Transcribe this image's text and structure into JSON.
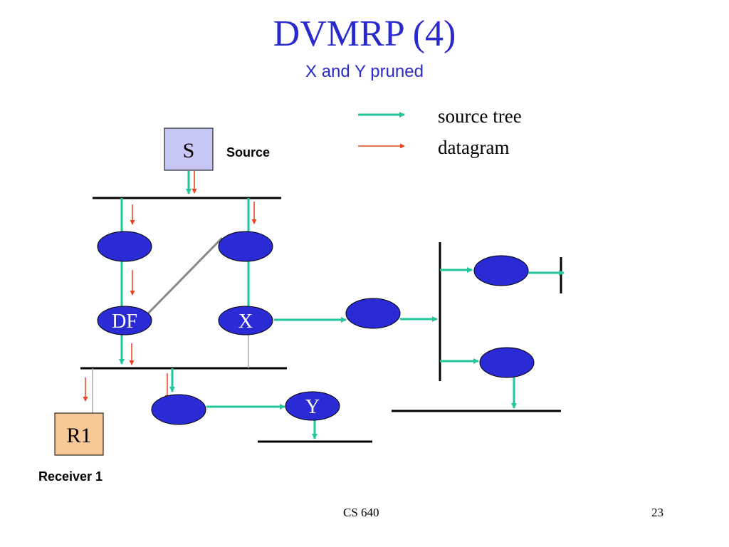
{
  "slide": {
    "title": "DVMRP (4)",
    "subtitle": "X and Y pruned",
    "footer_course": "CS 640",
    "page_number": "23"
  },
  "legend": {
    "source_tree": "source tree",
    "datagram": "datagram",
    "source_tree_color": "#1fc79a",
    "datagram_color": "#e8441e"
  },
  "nodes": {
    "source_box": "S",
    "source_label": "Source",
    "router_df": "DF",
    "router_x": "X",
    "router_y": "Y",
    "receiver_box": "R1",
    "receiver_label": "Receiver 1"
  },
  "colors": {
    "router_fill": "#2b2bd6",
    "source_box_fill": "#c7c7f5",
    "receiver_box_fill": "#f7c996"
  }
}
